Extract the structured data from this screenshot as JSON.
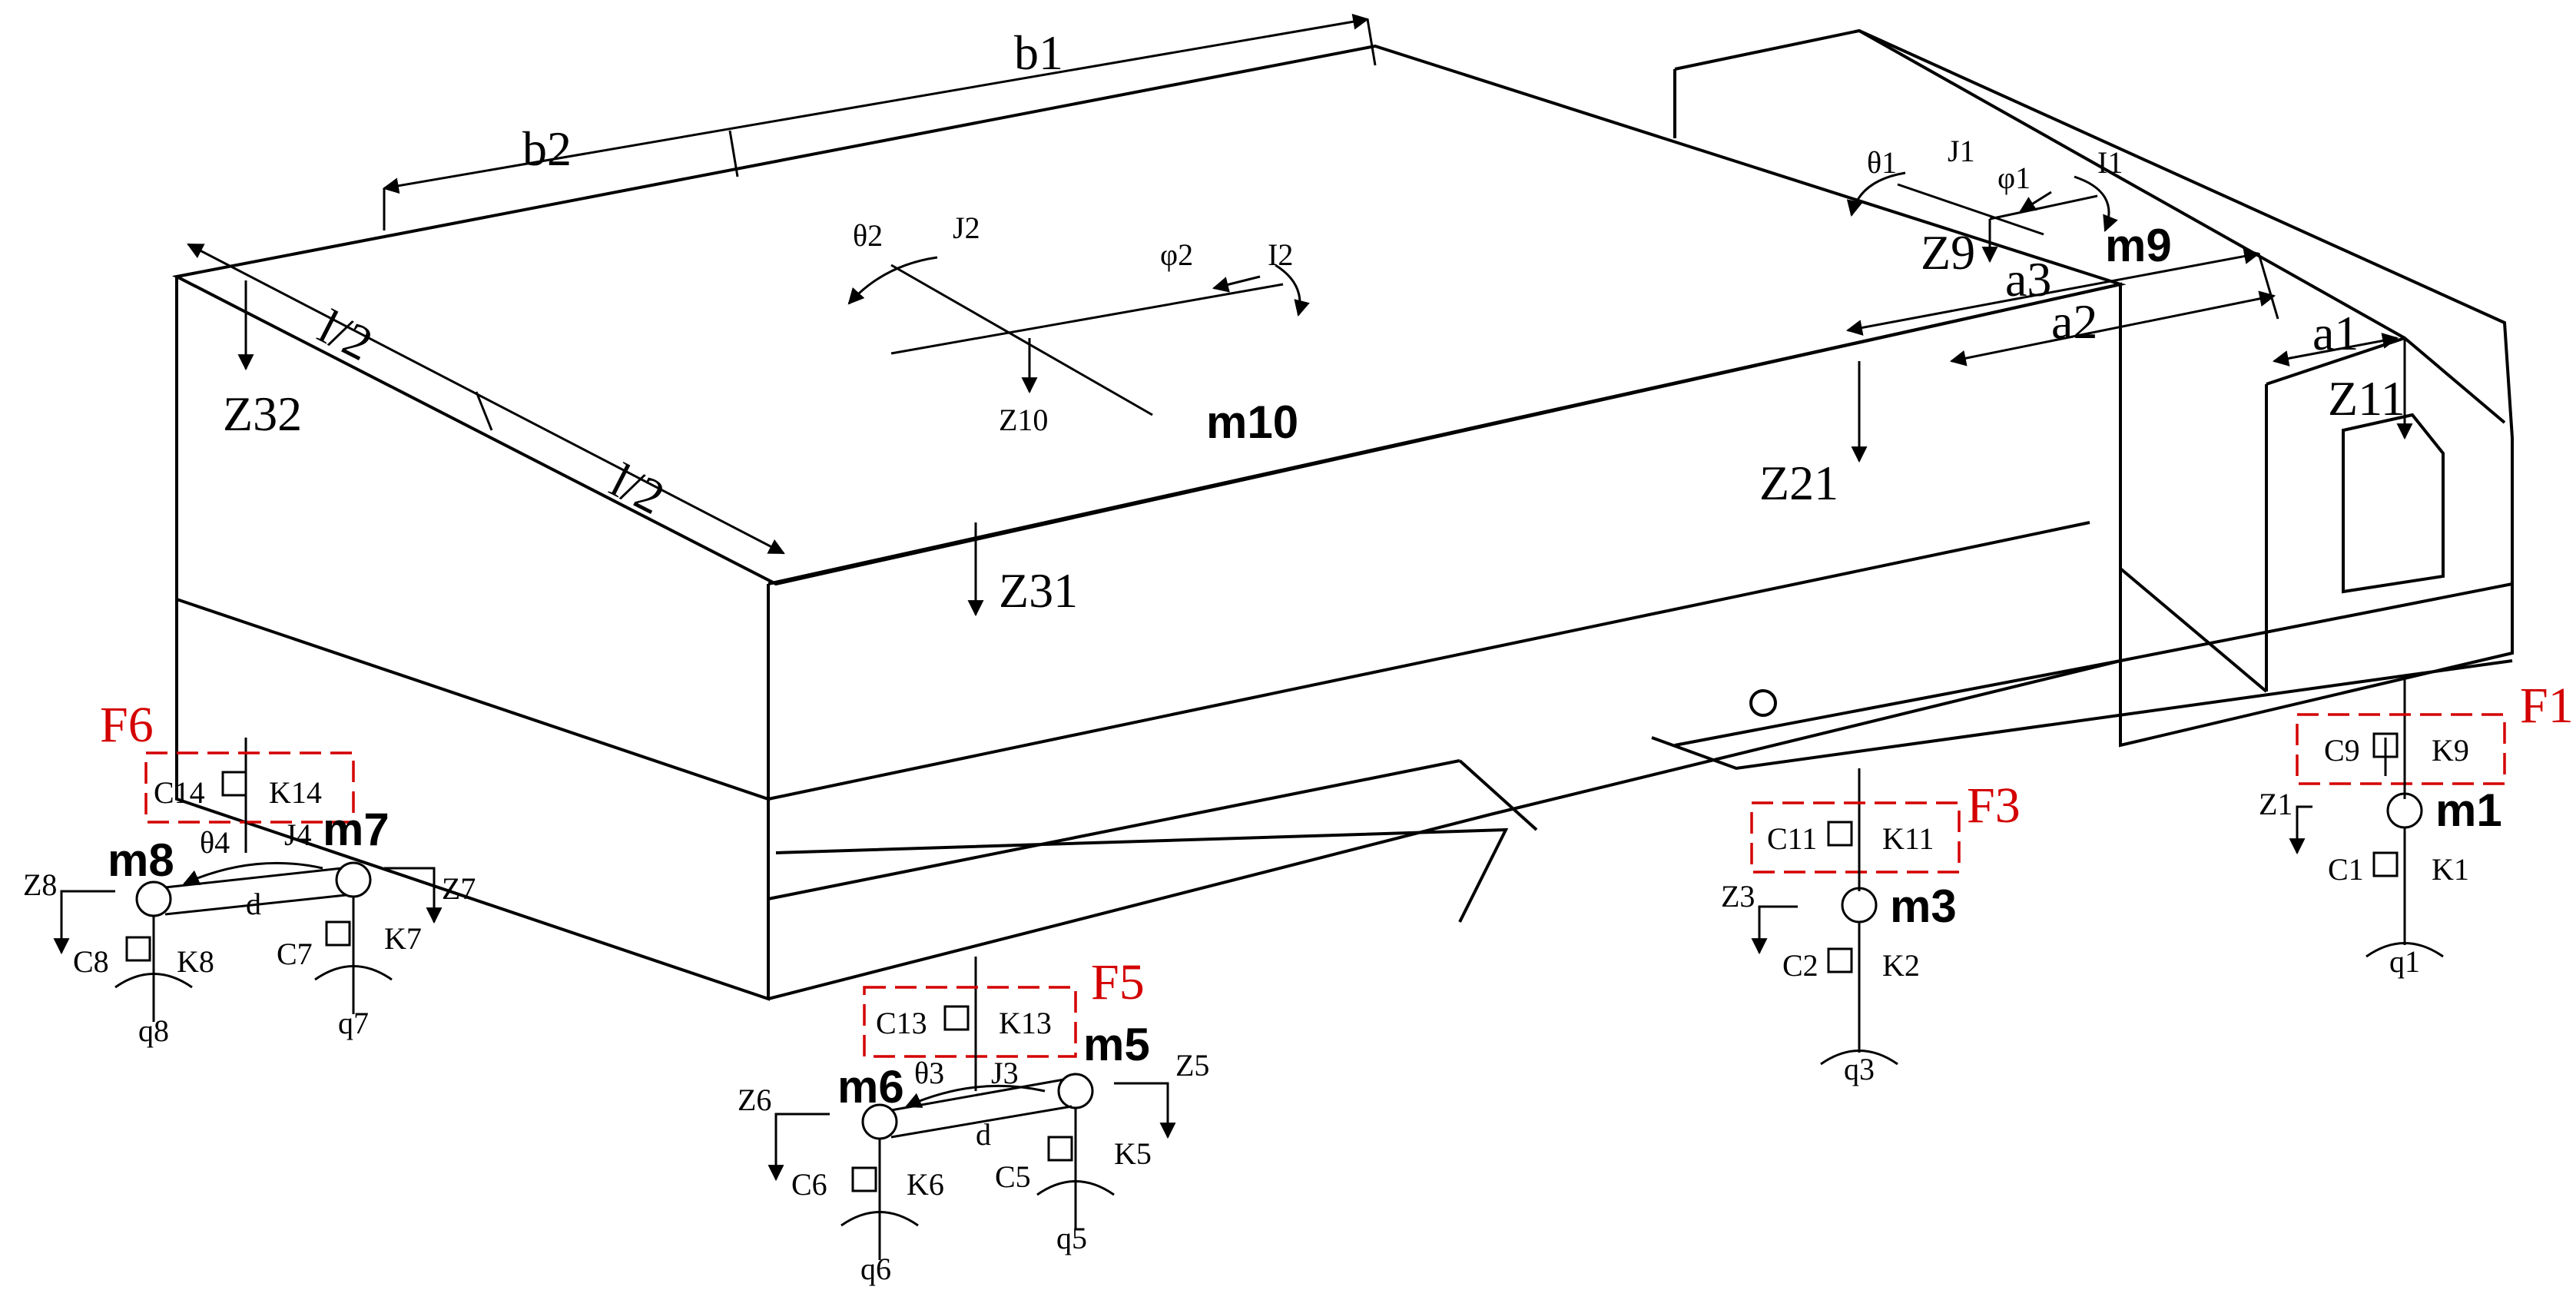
{
  "labels": {
    "b1": "b1",
    "b2": "b2",
    "l2a": "l/2",
    "l2b": "l/2",
    "z32": "Z32",
    "z31": "Z31",
    "z21": "Z21",
    "z11": "Z11",
    "z10": "Z10",
    "z9": "Z9",
    "theta2": "θ2",
    "j2": "J2",
    "phi2": "φ2",
    "i2": "I2",
    "m10": "m10",
    "m9": "m9",
    "theta1": "θ1",
    "j1": "J1",
    "phi1": "φ1",
    "i1": "I1",
    "a1": "a1",
    "a2": "a2",
    "a3": "a3",
    "f1": "F1",
    "f3": "F3",
    "f5": "F5",
    "f6": "F6",
    "c9": "C9",
    "k9": "K9",
    "m1": "m1",
    "z1": "Z1",
    "c1": "C1",
    "k1": "K1",
    "q1": "q1",
    "c11": "C11",
    "k11": "K11",
    "m3": "m3",
    "z3": "Z3",
    "c2": "C2",
    "k2": "K2",
    "q3": "q3",
    "c13": "C13",
    "k13": "K13",
    "m5": "m5",
    "m6": "m6",
    "theta3": "θ3",
    "j3": "J3",
    "d5": "d",
    "z5": "Z5",
    "z6": "Z6",
    "c5": "C5",
    "k5": "K5",
    "c6": "C6",
    "k6": "K6",
    "q5": "q5",
    "q6": "q6",
    "c14": "C14",
    "k14": "K14",
    "m7": "m7",
    "m8": "m8",
    "theta4": "θ4",
    "j4": "J4",
    "d7": "d",
    "z7": "Z7",
    "z8": "Z8",
    "c7": "C7",
    "k7": "K7",
    "c8": "C8",
    "k8": "K8",
    "q7": "q7",
    "q8": "q8"
  },
  "colors": {
    "line": "#000000",
    "accent": "#d40000",
    "background": "#ffffff"
  }
}
